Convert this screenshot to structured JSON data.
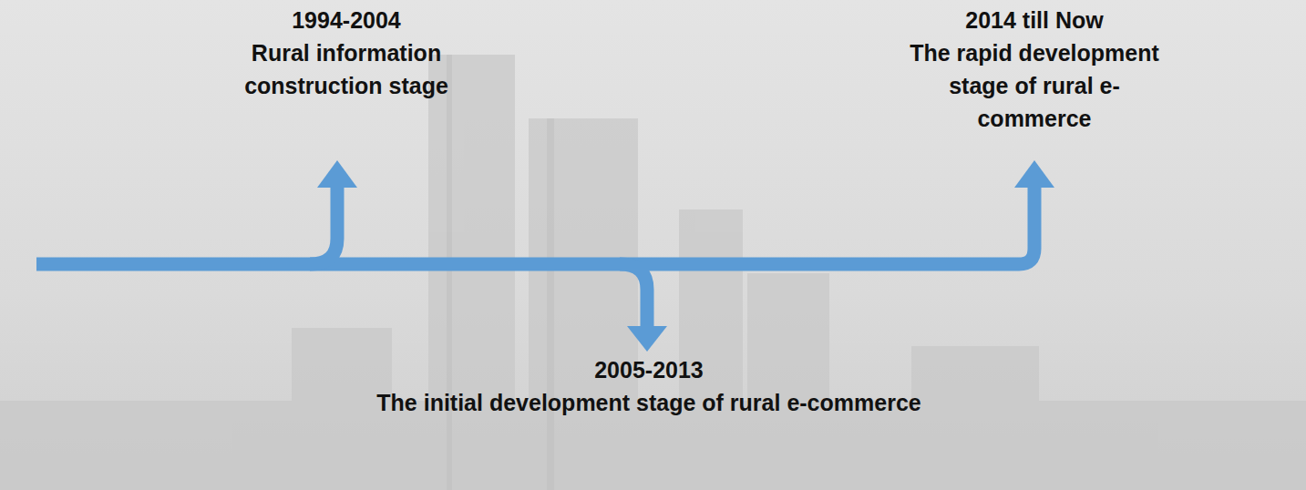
{
  "diagram": {
    "nodes": [
      {
        "text": [
          "1994-2004",
          "Rural information construction stage"
        ]
      },
      {
        "text": [
          "2014 till Now",
          "The rapid development stage of rural e-commerce"
        ]
      },
      {
        "text": [
          "2005-2013",
          "The initial development stage of rural e-commerce"
        ]
      }
    ]
  }
}
